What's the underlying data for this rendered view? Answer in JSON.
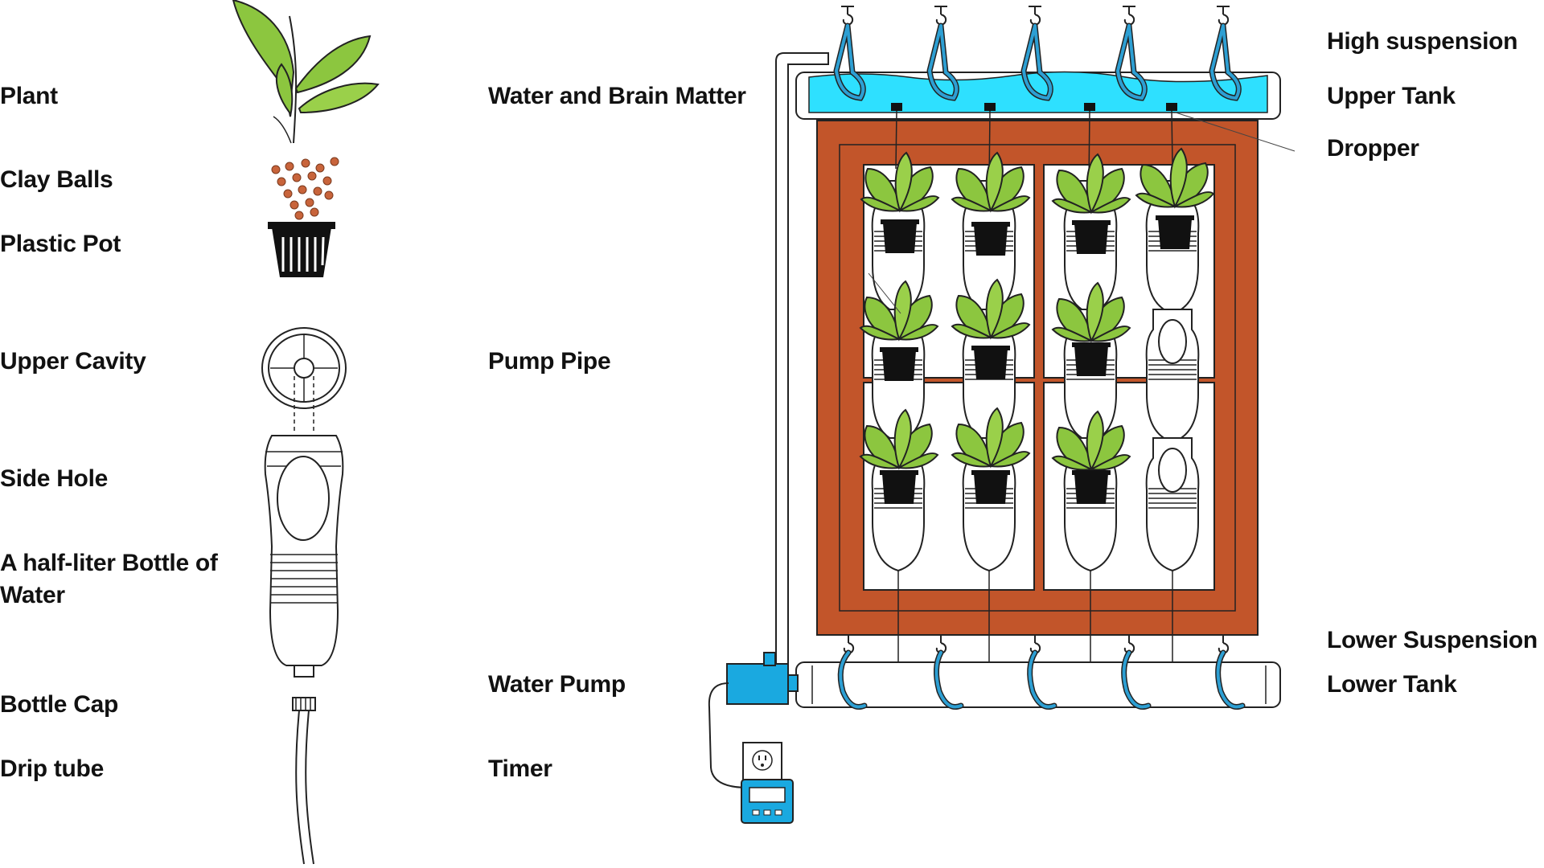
{
  "labels": {
    "plant": "Plant",
    "clay_balls": "Clay Balls",
    "plastic_pot": "Plastic Pot",
    "upper_cavity": "Upper Cavity",
    "side_hole": "Side Hole",
    "bottle": "A half-liter Bottle of Water",
    "bottle_cap": "Bottle Cap",
    "drip_tube": "Drip tube",
    "water_brain_matter": "Water and Brain Matter",
    "pump_pipe": "Pump Pipe",
    "water_pump": "Water Pump",
    "timer": "Timer",
    "high_suspension": "High suspension",
    "upper_tank": "Upper Tank",
    "dropper": "Dropper",
    "lower_suspension": "Lower Suspension",
    "lower_tank": "Lower Tank"
  },
  "colors": {
    "frame": "#c2552a",
    "water": "#2ee0ff",
    "strap": "#2d9fd3",
    "pump": "#1aa9e0",
    "leaf": "#8cc63f",
    "pot": "#111111",
    "clay": "#c8643b",
    "outline": "#222222"
  },
  "icons": {
    "outlet": "power-outlet-icon",
    "timer": "digital-timer-icon",
    "hook": "ceiling-hook-icon"
  }
}
